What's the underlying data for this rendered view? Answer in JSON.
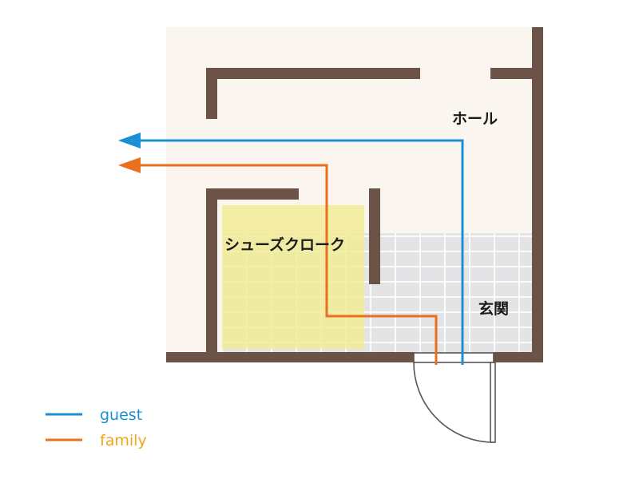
{
  "labels": {
    "hall": "ホール",
    "shoe_cloak": "シューズクローク",
    "entrance": "玄関"
  },
  "legend": [
    {
      "name": "guest",
      "color": "#1a8fd6"
    },
    {
      "name": "family",
      "color": "#e8701e"
    }
  ],
  "colors": {
    "wall": "#6b5347",
    "floor": "#faf6ef",
    "tile": "#e4e4e6",
    "tile_grid": "#ffffff",
    "shoe_cloak_area": "#f2ec96",
    "legend_text": "#f2a51a",
    "door": "#555555"
  }
}
